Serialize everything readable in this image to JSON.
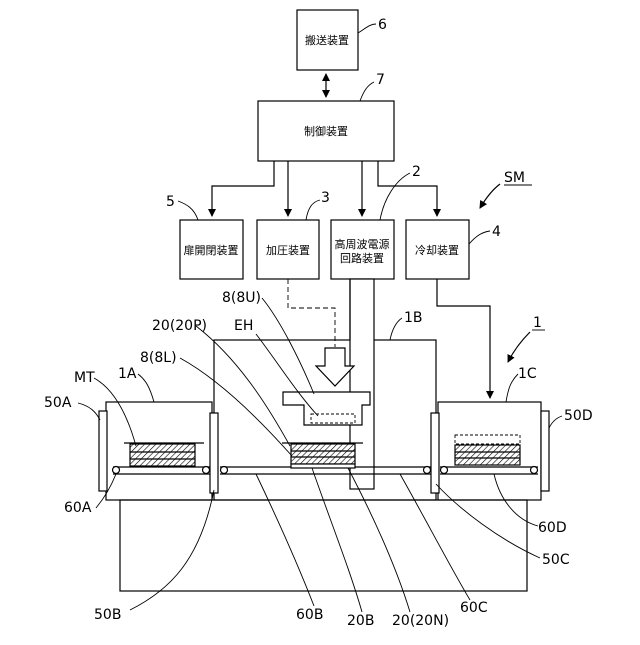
{
  "boxes": {
    "transport": "搬送装置",
    "control": "制御装置",
    "door": "扉開閉装置",
    "press": "加圧装置",
    "hf1": "高周波電源",
    "hf2": "回路装置",
    "cool": "冷却装置"
  },
  "refs": {
    "r6": "6",
    "r7": "7",
    "r5": "5",
    "r3": "3",
    "r2": "2",
    "r4": "4",
    "sm": "SM",
    "r1": "1",
    "r1a": "1A",
    "r1b": "1B",
    "r1c": "1C",
    "mt": "MT",
    "r50a": "50A",
    "r50b": "50B",
    "r50c": "50C",
    "r50d": "50D",
    "r60a": "60A",
    "r60b": "60B",
    "r60c": "60C",
    "r60d": "60D",
    "r8u": "8(8U)",
    "r8l": "8(8L)",
    "r20p": "20(20P)",
    "eh": "EH",
    "r20b": "20B",
    "r20n": "20(20N)"
  }
}
